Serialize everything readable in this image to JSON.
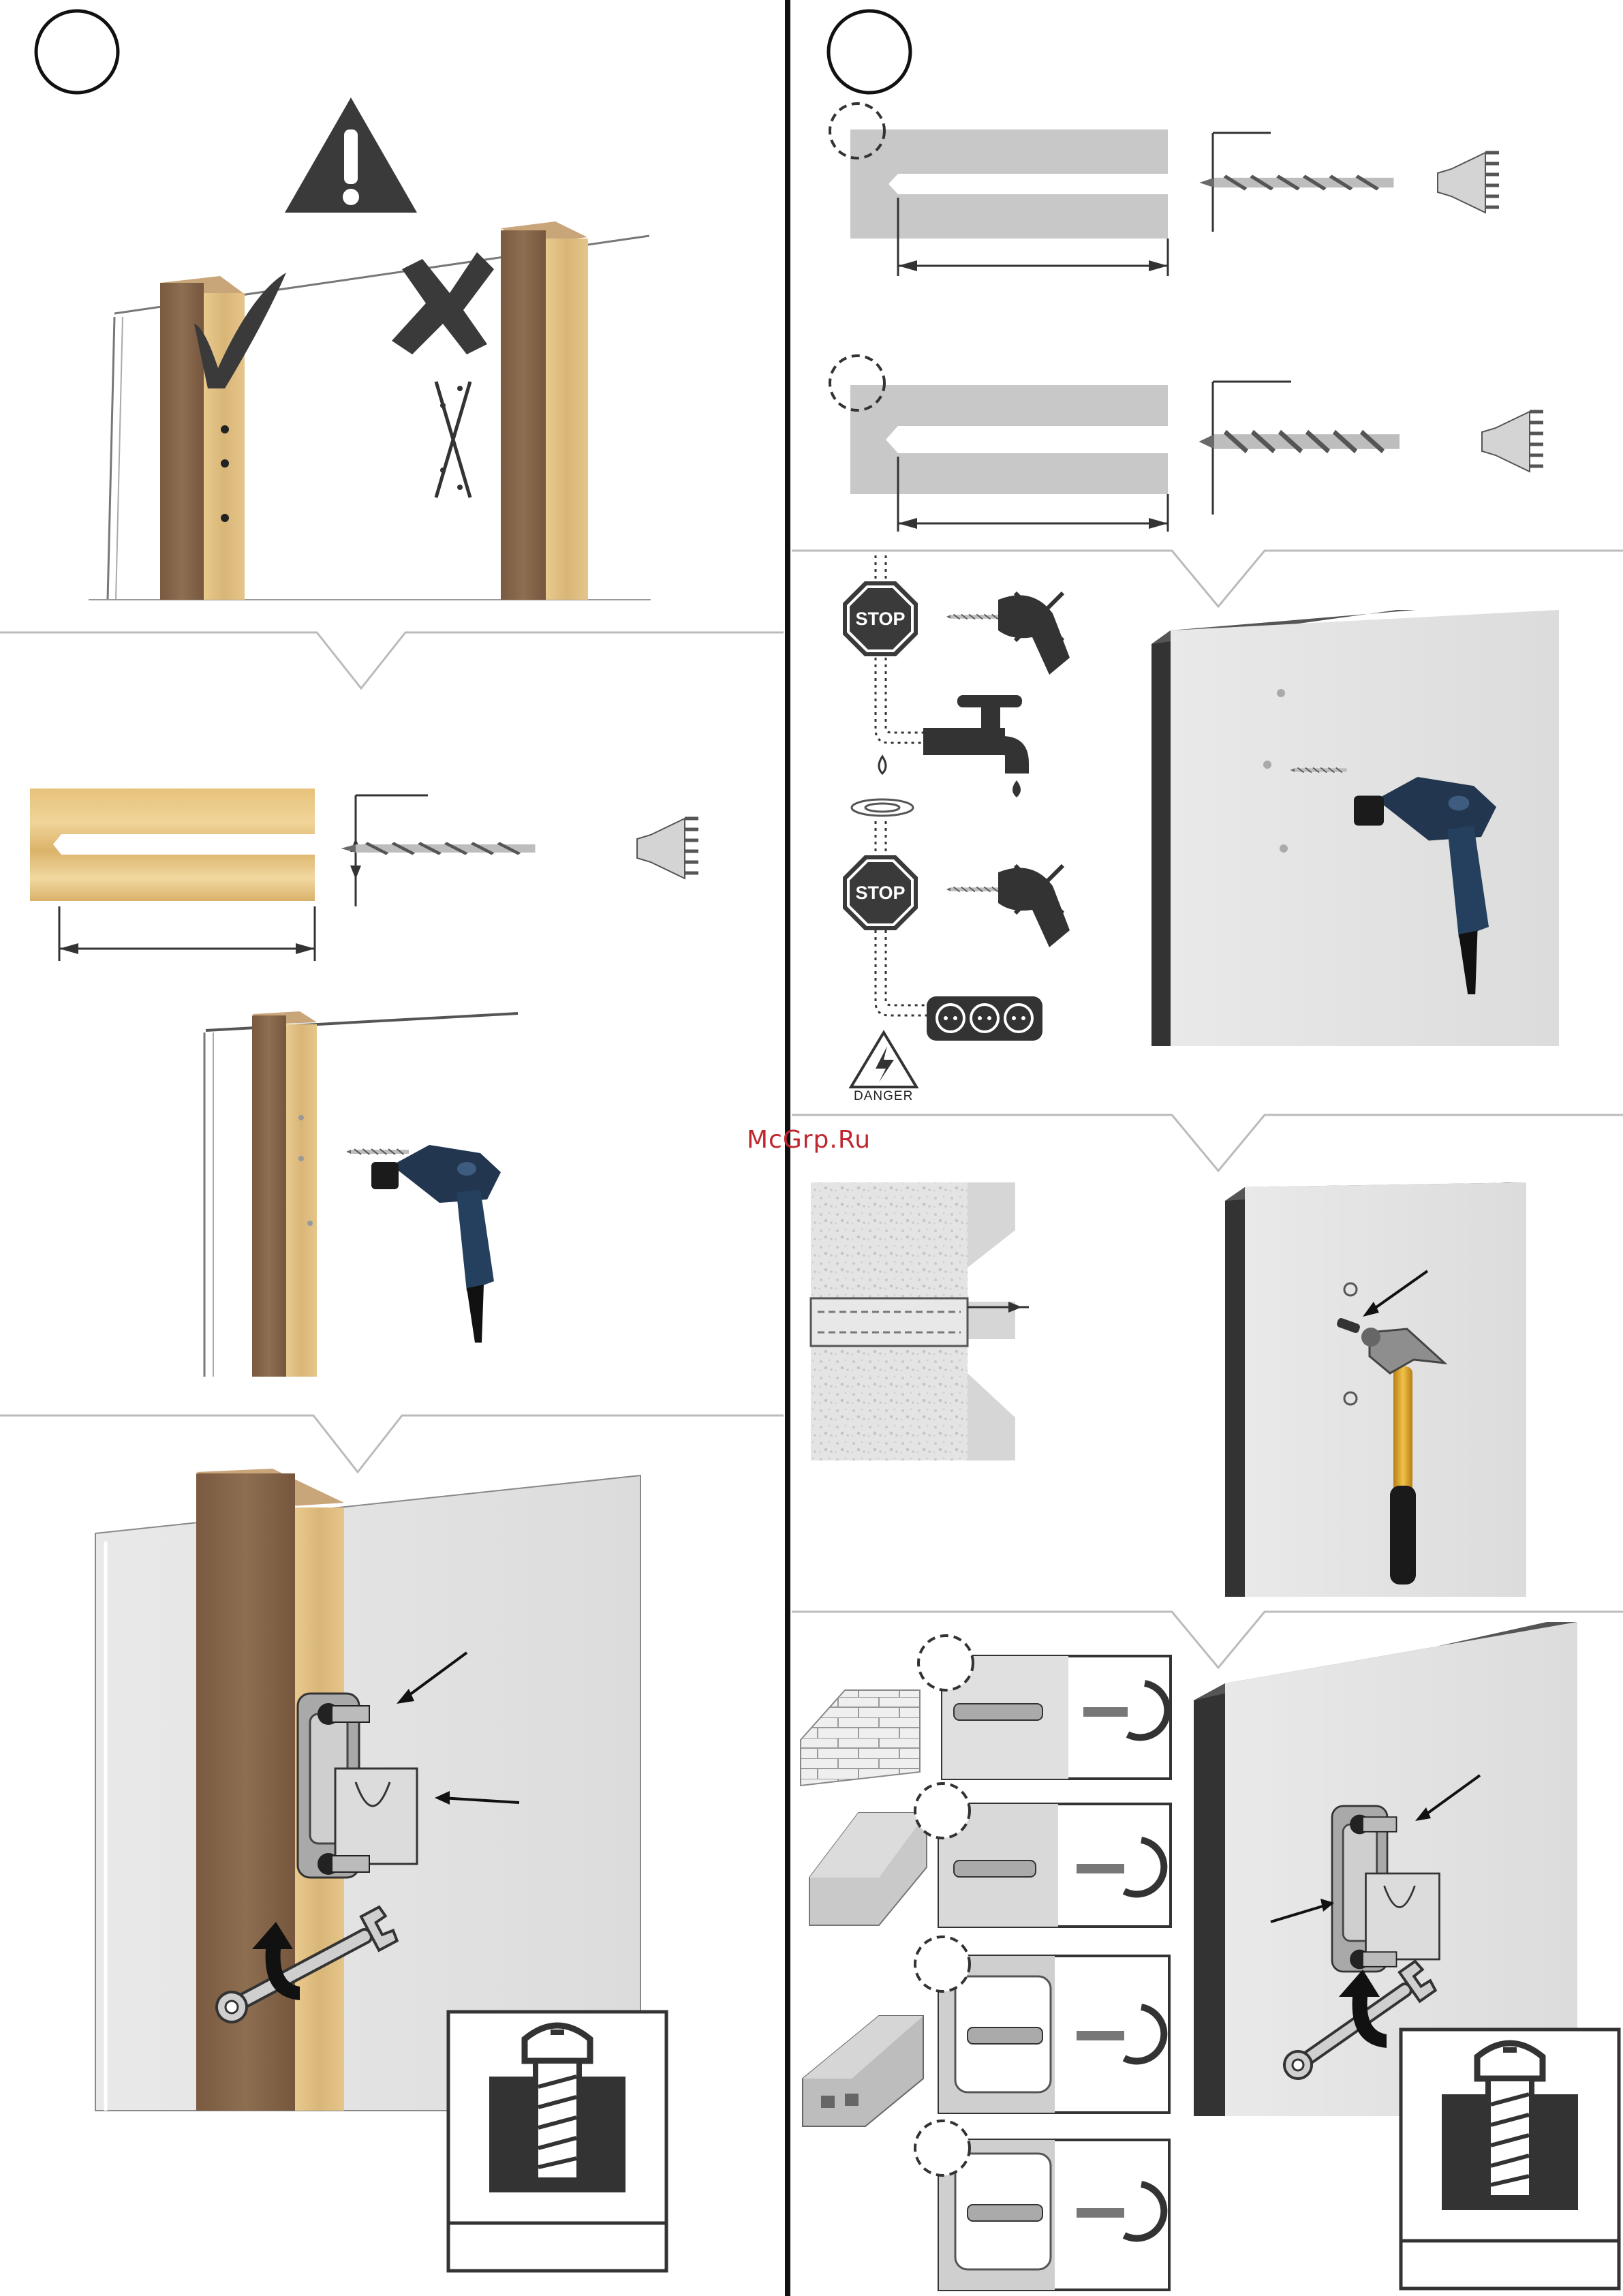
{
  "watermark": {
    "text": "McGrp.Ru"
  },
  "signs": {
    "stop": "STOP",
    "danger": "DANGER"
  },
  "icons": [
    "warning-icon",
    "check-icon",
    "cross-icon",
    "drill-icon",
    "hammer-icon",
    "wrench-icon",
    "stop-sign-icon",
    "faucet-icon",
    "power-outlet-icon",
    "high-voltage-icon",
    "screw-icon"
  ],
  "colors": {
    "wood_dark": "#8a6a4d",
    "wood_light": "#e3c288",
    "wall": "#e6e6e6",
    "tool_blue": "#22364f",
    "hammer_handle": "#e1a82c",
    "accent_red": "#c0262e"
  }
}
